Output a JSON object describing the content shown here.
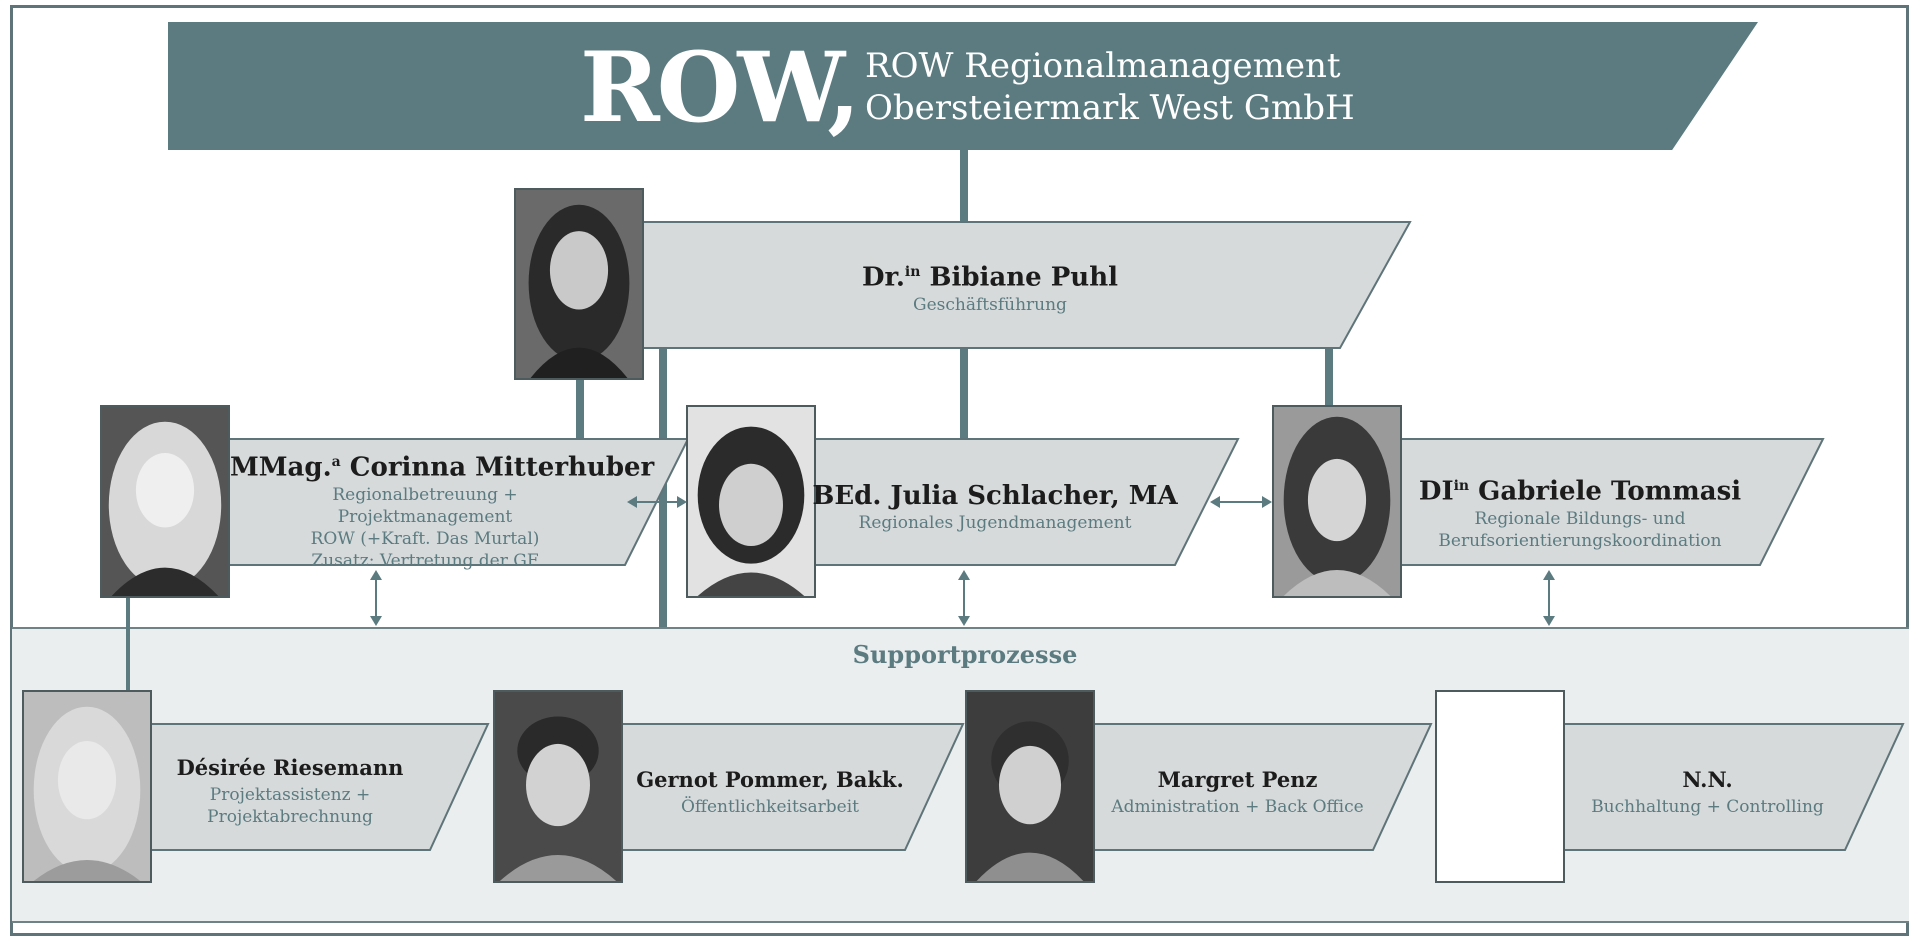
{
  "header": {
    "logo": "ROW,",
    "org_line1": "ROW Regionalmanagement",
    "org_line2": "Obersteiermark West GmbH"
  },
  "ceo": {
    "name_prefix": "Dr.",
    "name_sup": "in",
    "name": "Bibiane Puhl",
    "role": "Geschäftsführung"
  },
  "managers": [
    {
      "name_prefix": "MMag.",
      "name_sup": "a",
      "name": "Corinna Mitterhuber",
      "role_lines": [
        "Regionalbetreuung +",
        "Projektmanagement",
        "ROW (+Kraft. Das Murtal)",
        "Zusatz: Vertretung der GF"
      ]
    },
    {
      "name": "BEd. Julia Schlacher, MA",
      "role_lines": [
        "Regionales Jugendmanagement"
      ]
    },
    {
      "name_prefix": "DI",
      "name_sup": "in",
      "name": "Gabriele Tommasi",
      "role_lines": [
        "Regionale Bildungs- und",
        "Berufsorientierungskoordination"
      ]
    }
  ],
  "support": {
    "title": "Supportprozesse",
    "members": [
      {
        "name": "Désirée Riesemann",
        "role_lines": [
          "Projektassistenz +",
          "Projektabrechnung"
        ]
      },
      {
        "name": "Gernot Pommer, Bakk.",
        "role_lines": [
          "Öffentlichkeitsarbeit"
        ]
      },
      {
        "name": "Margret Penz",
        "role_lines": [
          "Administration + Back Office"
        ]
      },
      {
        "name": "N.N.",
        "role_lines": [
          "Buchhaltung + Controlling"
        ]
      }
    ]
  },
  "colors": {
    "teal": "#5b7b80",
    "box_fill": "#d6dadb",
    "band_fill": "#eaeeef",
    "border": "#5f7479"
  }
}
